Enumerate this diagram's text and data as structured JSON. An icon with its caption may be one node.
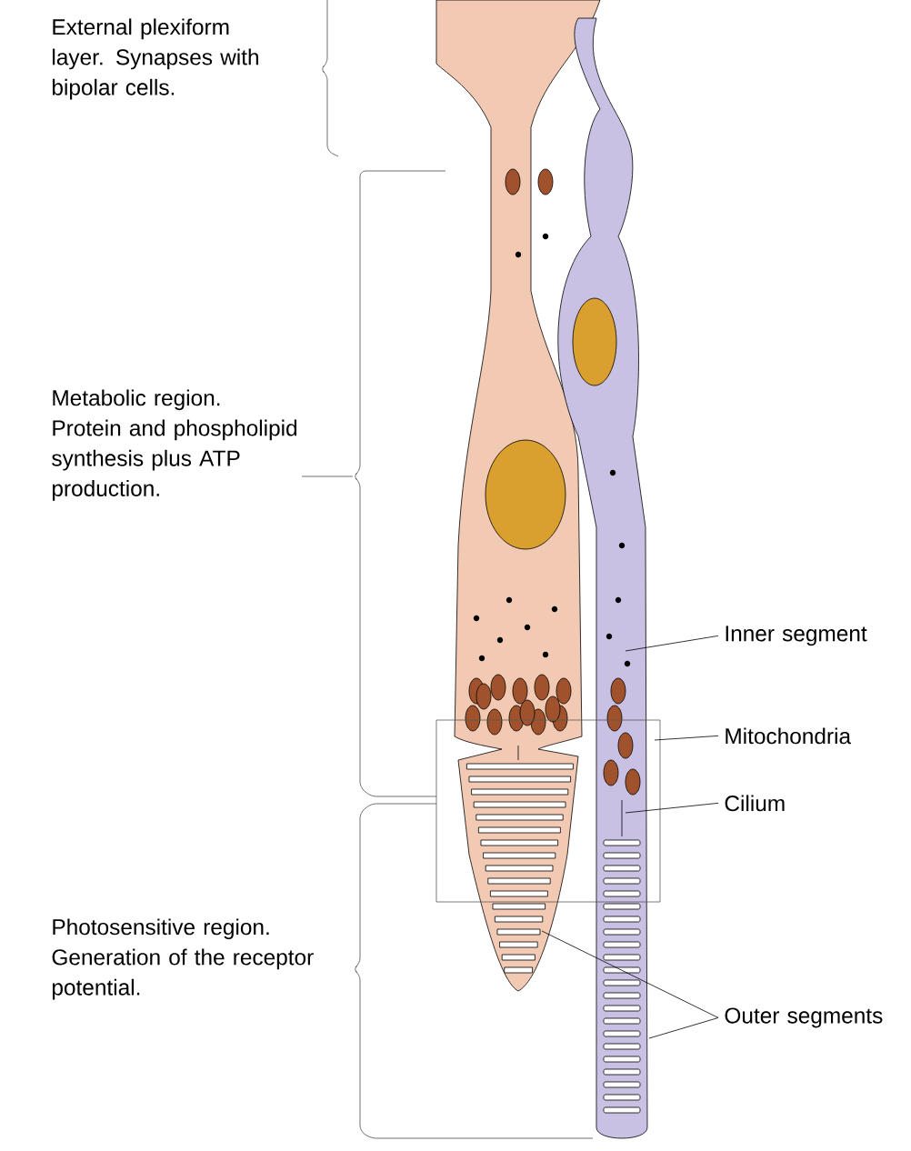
{
  "diagram": {
    "nodes": [
      {
        "text": [
          "Inner segment"
        ]
      },
      {
        "text": [
          "Mitochondria"
        ]
      },
      {
        "text": [
          "Cilium"
        ]
      },
      {
        "text": [
          "Outer segments"
        ]
      }
    ],
    "edges": [
      {
        "from": 0,
        "to": null,
        "arrow": "none"
      },
      {
        "from": 1,
        "to": null,
        "arrow": "none"
      },
      {
        "from": 2,
        "to": null,
        "arrow": "none"
      },
      {
        "from": 3,
        "to": null,
        "arrow": "none"
      },
      {
        "from": 3,
        "to": null,
        "arrow": "none"
      }
    ],
    "labels": [
      "External plexiform layer. Synapses with bipolar cells.",
      "Metabolic region. Protein and phospholipid synthesis plus ATP production.",
      "Photosensitive region. Generation of the receptor potential."
    ]
  }
}
